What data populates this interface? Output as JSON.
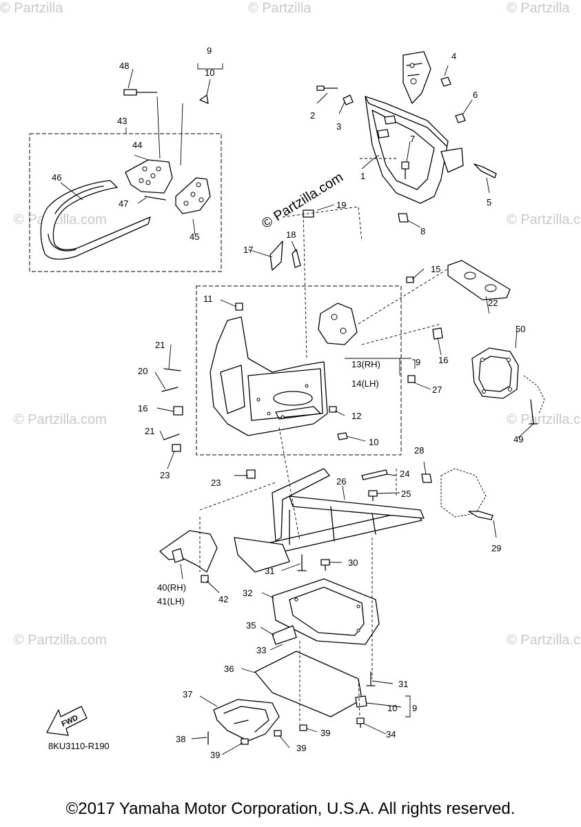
{
  "watermark": {
    "text": "© Partzilla",
    "text_com": "© Partzilla.com",
    "center_text": "© Partzilla.com"
  },
  "diagram_code": "8KU3110-R190",
  "fwd_label": "FWD",
  "copyright": "©2017 Yamaha Motor Corporation, U.S.A. All rights reserved.",
  "callouts": {
    "c1": "1",
    "c2": "2",
    "c3": "3",
    "c4": "4",
    "c5": "5",
    "c6": "6",
    "c7": "7",
    "c8": "8",
    "c9a": "9",
    "c9b": "9",
    "c9c": "9",
    "c10a": "10",
    "c10b": "10",
    "c10c": "10",
    "c11": "11",
    "c12": "12",
    "c13": "13(RH)",
    "c14": "14(LH)",
    "c15": "15",
    "c16a": "16",
    "c16b": "16",
    "c17": "17",
    "c18": "18",
    "c19": "19",
    "c20": "20",
    "c21a": "21",
    "c21b": "21",
    "c22": "22",
    "c23a": "23",
    "c23b": "23",
    "c24": "24",
    "c25": "25",
    "c26": "26",
    "c27": "27",
    "c28": "28",
    "c29": "29",
    "c30": "30",
    "c31a": "31",
    "c31b": "31",
    "c32": "32",
    "c33": "33",
    "c34": "34",
    "c35": "35",
    "c36": "36",
    "c37": "37",
    "c38": "38",
    "c39a": "39",
    "c39b": "39",
    "c39c": "39",
    "c40": "40(RH)",
    "c41": "41(LH)",
    "c42": "42",
    "c43": "43",
    "c44": "44",
    "c45": "45",
    "c46": "46",
    "c47": "47",
    "c48": "48",
    "c49": "49",
    "c50": "50"
  }
}
